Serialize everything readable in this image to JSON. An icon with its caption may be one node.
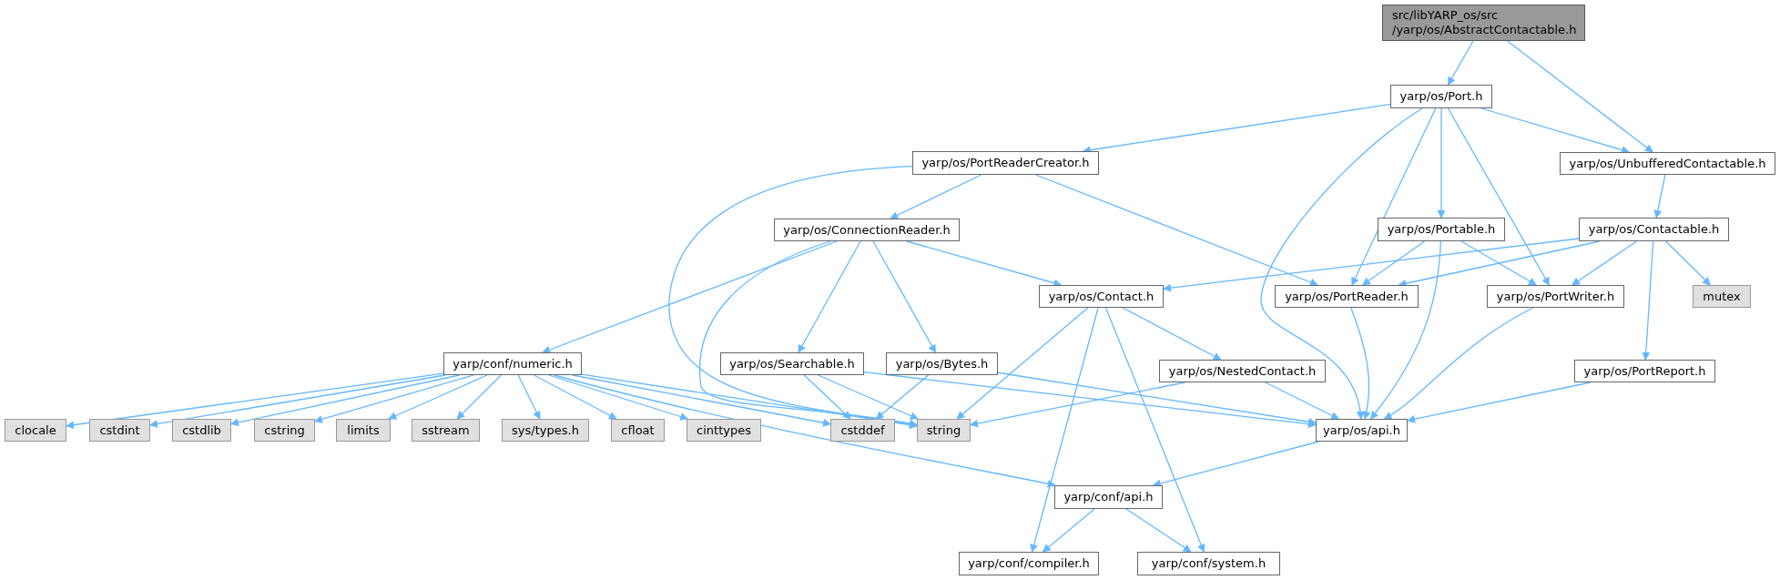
{
  "diagram": {
    "nodes": [
      {
        "text": [
          "src/libYARP_os/src /yarp/os/AbstractContactable.h"
        ]
      },
      {
        "text": [
          "yarp/os/Port.h"
        ]
      },
      {
        "text": [
          "yarp/os/PortReaderCreator.h"
        ]
      },
      {
        "text": [
          "yarp/os/UnbufferedContactable.h"
        ]
      },
      {
        "text": [
          "yarp/os/ConnectionReader.h"
        ]
      },
      {
        "text": [
          "yarp/os/Portable.h"
        ]
      },
      {
        "text": [
          "yarp/os/Contactable.h"
        ]
      },
      {
        "text": [
          "yarp/os/Contact.h"
        ]
      },
      {
        "text": [
          "yarp/os/PortReader.h"
        ]
      },
      {
        "text": [
          "yarp/os/PortWriter.h"
        ]
      },
      {
        "text": [
          "mutex"
        ]
      },
      {
        "text": [
          "yarp/conf/numeric.h"
        ]
      },
      {
        "text": [
          "yarp/os/Searchable.h"
        ]
      },
      {
        "text": [
          "yarp/os/Bytes.h"
        ]
      },
      {
        "text": [
          "yarp/os/NestedContact.h"
        ]
      },
      {
        "text": [
          "yarp/os/PortReport.h"
        ]
      },
      {
        "text": [
          "clocale"
        ]
      },
      {
        "text": [
          "cstdint"
        ]
      },
      {
        "text": [
          "cstdlib"
        ]
      },
      {
        "text": [
          "cstring"
        ]
      },
      {
        "text": [
          "limits"
        ]
      },
      {
        "text": [
          "sstream"
        ]
      },
      {
        "text": [
          "sys/types.h"
        ]
      },
      {
        "text": [
          "cfloat"
        ]
      },
      {
        "text": [
          "cinttypes"
        ]
      },
      {
        "text": [
          "cstddef"
        ]
      },
      {
        "text": [
          "string"
        ]
      },
      {
        "text": [
          "yarp/os/api.h"
        ]
      },
      {
        "text": [
          "yarp/conf/api.h"
        ]
      },
      {
        "text": [
          "yarp/conf/compiler.h"
        ]
      },
      {
        "text": [
          "yarp/conf/system.h"
        ]
      }
    ],
    "edges": [
      {
        "from": 0,
        "to": 1,
        "arrow": "to"
      },
      {
        "from": 0,
        "to": 3,
        "arrow": "to"
      },
      {
        "from": 1,
        "to": 2,
        "arrow": "to"
      },
      {
        "from": 1,
        "to": 3,
        "arrow": "to"
      },
      {
        "from": 1,
        "to": 27,
        "arrow": "to"
      },
      {
        "from": 1,
        "to": 8,
        "arrow": "to"
      },
      {
        "from": 1,
        "to": 5,
        "arrow": "to"
      },
      {
        "from": 1,
        "to": 9,
        "arrow": "to"
      },
      {
        "from": 2,
        "to": 26,
        "arrow": "to"
      },
      {
        "from": 2,
        "to": 4,
        "arrow": "to"
      },
      {
        "from": 2,
        "to": 8,
        "arrow": "to"
      },
      {
        "from": 3,
        "to": 6,
        "arrow": "to"
      },
      {
        "from": 6,
        "to": 7,
        "arrow": "to"
      },
      {
        "from": 6,
        "to": 8,
        "arrow": "to"
      },
      {
        "from": 6,
        "to": 9,
        "arrow": "to"
      },
      {
        "from": 6,
        "to": 10,
        "arrow": "to"
      },
      {
        "from": 6,
        "to": 15,
        "arrow": "to"
      },
      {
        "from": 5,
        "to": 8,
        "arrow": "to"
      },
      {
        "from": 5,
        "to": 9,
        "arrow": "to"
      },
      {
        "from": 5,
        "to": 27,
        "arrow": "to"
      },
      {
        "from": 4,
        "to": 11,
        "arrow": "to"
      },
      {
        "from": 4,
        "to": 26,
        "arrow": "to"
      },
      {
        "from": 4,
        "to": 12,
        "arrow": "to"
      },
      {
        "from": 4,
        "to": 13,
        "arrow": "to"
      },
      {
        "from": 4,
        "to": 7,
        "arrow": "to"
      },
      {
        "from": 7,
        "to": 26,
        "arrow": "to"
      },
      {
        "from": 7,
        "to": 29,
        "arrow": "to"
      },
      {
        "from": 7,
        "to": 30,
        "arrow": "to"
      },
      {
        "from": 7,
        "to": 14,
        "arrow": "to"
      },
      {
        "from": 8,
        "to": 27,
        "arrow": "to"
      },
      {
        "from": 9,
        "to": 27,
        "arrow": "to"
      },
      {
        "from": 11,
        "to": 16,
        "arrow": "to"
      },
      {
        "from": 11,
        "to": 17,
        "arrow": "to"
      },
      {
        "from": 11,
        "to": 18,
        "arrow": "to"
      },
      {
        "from": 11,
        "to": 19,
        "arrow": "to"
      },
      {
        "from": 11,
        "to": 20,
        "arrow": "to"
      },
      {
        "from": 11,
        "to": 21,
        "arrow": "to"
      },
      {
        "from": 11,
        "to": 22,
        "arrow": "to"
      },
      {
        "from": 11,
        "to": 23,
        "arrow": "to"
      },
      {
        "from": 11,
        "to": 24,
        "arrow": "to"
      },
      {
        "from": 11,
        "to": 25,
        "arrow": "to"
      },
      {
        "from": 11,
        "to": 26,
        "arrow": "to"
      },
      {
        "from": 11,
        "to": 28,
        "arrow": "to"
      },
      {
        "from": 12,
        "to": 25,
        "arrow": "to"
      },
      {
        "from": 12,
        "to": 26,
        "arrow": "to"
      },
      {
        "from": 12,
        "to": 27,
        "arrow": "to"
      },
      {
        "from": 13,
        "to": 25,
        "arrow": "to"
      },
      {
        "from": 13,
        "to": 27,
        "arrow": "to"
      },
      {
        "from": 14,
        "to": 26,
        "arrow": "to"
      },
      {
        "from": 14,
        "to": 27,
        "arrow": "to"
      },
      {
        "from": 15,
        "to": 27,
        "arrow": "to"
      },
      {
        "from": 27,
        "to": 28,
        "arrow": "to"
      },
      {
        "from": 28,
        "to": 29,
        "arrow": "to"
      },
      {
        "from": 28,
        "to": 30,
        "arrow": "to"
      }
    ]
  }
}
